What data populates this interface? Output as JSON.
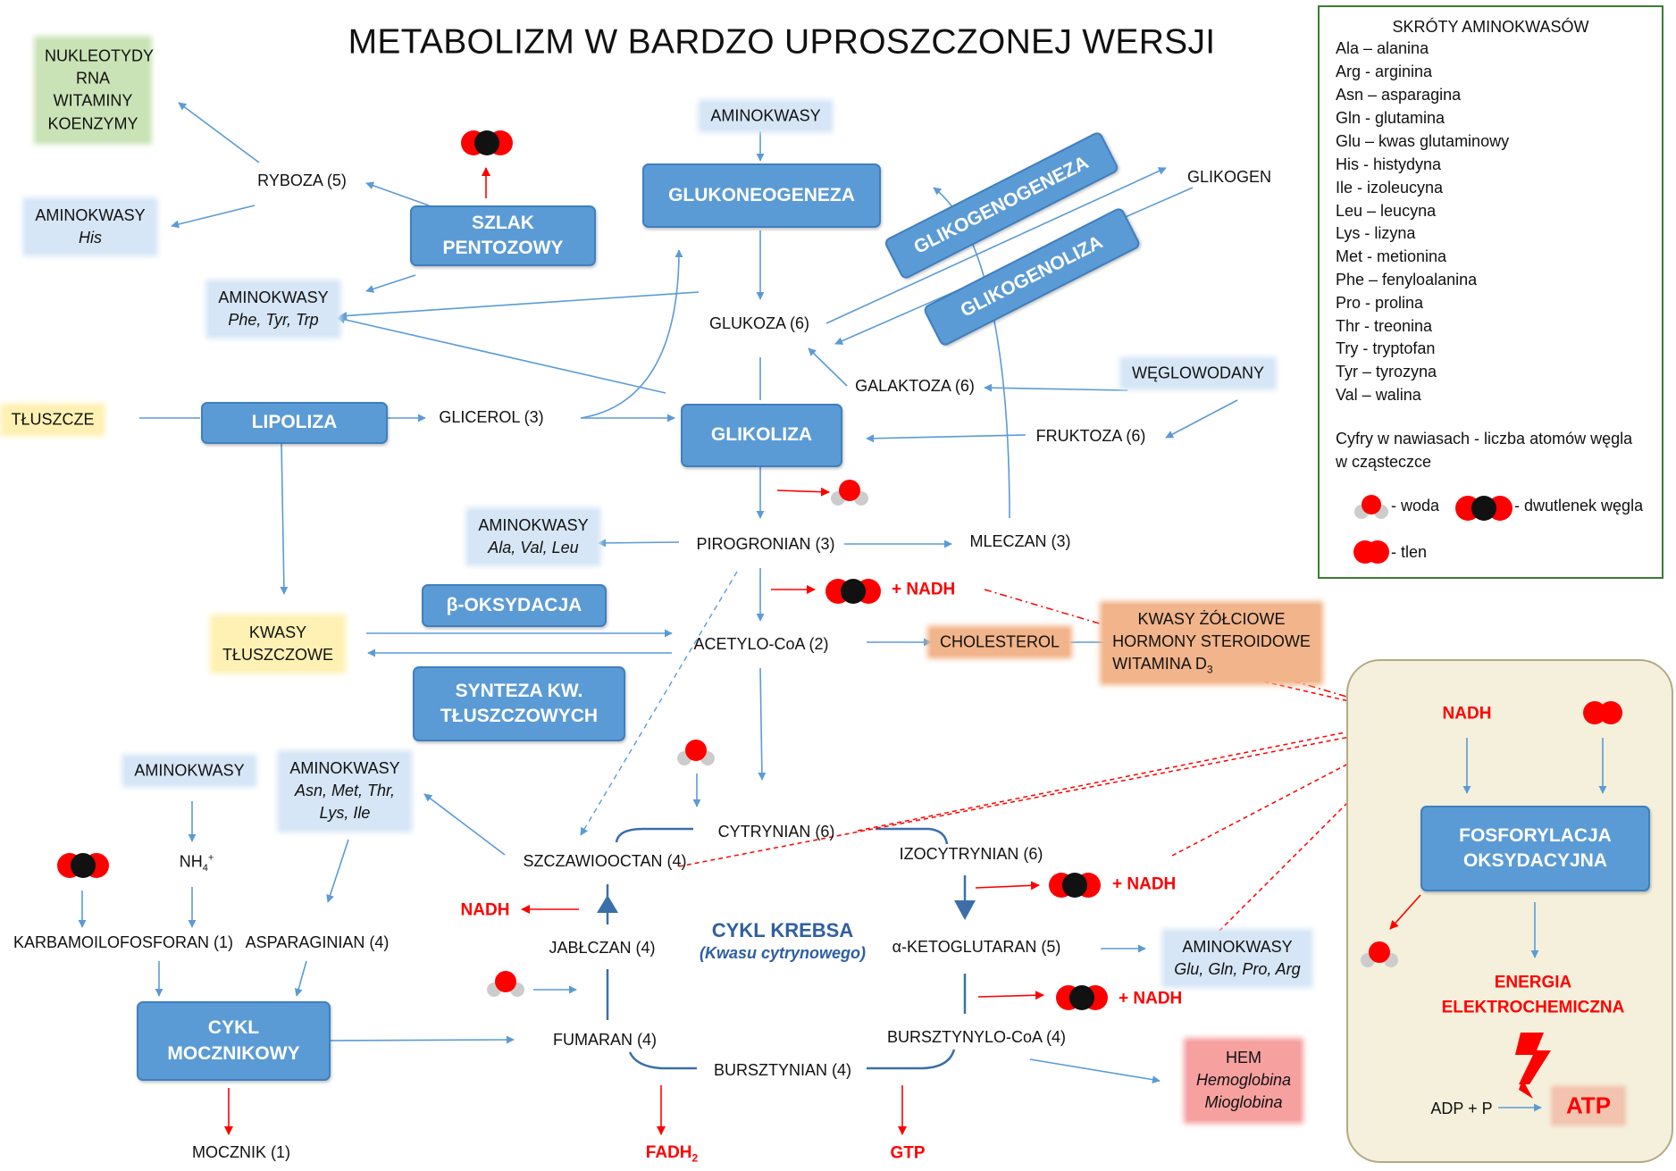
{
  "title": "METABOLIZM W BARDZO UPROSZCZONEJ WERSJI",
  "legend": {
    "heading": "SKRÓTY AMINOKWASÓW",
    "items": [
      "Ala – alanina",
      "Arg - arginina",
      "Asn – asparagina",
      "Gln - glutamina",
      "Glu – kwas glutaminowy",
      "His -  histydyna",
      "Ile - izoleucyna",
      "Leu – leucyna",
      "Lys - lizyna",
      "Met - metionina",
      "Phe – fenyloalanina",
      "Pro - prolina",
      "Thr - treonina",
      "Try - tryptofan",
      "Tyr – tyrozyna",
      "Val – walina"
    ],
    "note_line1": "Cyfry w nawiasach - liczba atomów węgla",
    "note_line2": "w cząsteczce",
    "water": "- woda",
    "co2": "- dwutlenek węgla",
    "oxygen": "- tlen"
  },
  "processes": {
    "pentose_line1": "SZLAK",
    "pentose_line2": "PENTOZOWY",
    "gluconeogenesis": "GLUKONEOGENEZA",
    "glycogenesis": "GLIKOGENOGENEZA",
    "glycogenolysis": "GLIKOGENOLIZA",
    "lipolysis": "LIPOLIZA",
    "glycolysis": "GLIKOLIZA",
    "beta_oxidation": "β-OKSYDACJA",
    "fa_synthesis_line1": "SYNTEZA KW.",
    "fa_synthesis_line2": "TŁUSZCZOWYCH",
    "urea_cycle_line1": "CYKL",
    "urea_cycle_line2": "MOCZNIKOWY",
    "oxphos_line1": "FOSFORYLACJA",
    "oxphos_line2": "OKSYDACYJNA"
  },
  "metabolites": {
    "nucleotides": [
      "NUKLEOTYDY",
      "RNA",
      "WITAMINY",
      "KOENZYMY"
    ],
    "ribose": "RYBOZA (5)",
    "aa_his_label": "AMINOKWASY",
    "aa_his_detail": "His",
    "aa_top": "AMINOKWASY",
    "glycogen": "GLIKOGEN",
    "aa_arom_label": "AMINOKWASY",
    "aa_arom_detail": "Phe, Tyr, Trp",
    "glucose": "GLUKOZA (6)",
    "galactose": "GALAKTOZA (6)",
    "carbohydrates": "WĘGLOWODANY",
    "fats": "TŁUSZCZE",
    "glycerol": "GLICEROL (3)",
    "fructose": "FRUKTOZA (6)",
    "aa_ala_label": "AMINOKWASY",
    "aa_ala_detail": "Ala, Val, Leu",
    "pyruvate": "PIROGRONIAN (3)",
    "lactate": "MLECZAN (3)",
    "fatty_acids_line1": "KWASY",
    "fatty_acids_line2": "TŁUSZCZOWE",
    "acetyl_coa": "ACETYLO-CoA (2)",
    "cholesterol": "CHOLESTEROL",
    "steroids_line1": "KWASY ŻÓŁCIOWE",
    "steroids_line2": "HORMONY STEROIDOWE",
    "steroids_line3": "WITAMINA D",
    "steroids_sub": "3",
    "aa_left_label": "AMINOKWASY",
    "aa_asn_label": "AMINOKWASY",
    "aa_asn_detail_1": "Asn, Met, Thr,",
    "aa_asn_detail_2": "Lys, Ile",
    "nh4": "NH",
    "nh4_sub": "4",
    "nh4_sup": "+",
    "carbamoyl": "KARBAMOILOFOSFORAN (1)",
    "aspartate": "ASPARAGINIAN (4)",
    "urea": "MOCZNIK (1)",
    "citrate": "CYTRYNIAN (6)",
    "oxaloacetate": "SZCZAWIOOCTAN (4)",
    "isocitrate": "IZOCYTRYNIAN (6)",
    "malate": "JABŁCZAN (4)",
    "alpha_kg": "α-KETOGLUTARAN (5)",
    "aa_glu_label": "AMINOKWASY",
    "aa_glu_detail": "Glu, Gln, Pro, Arg",
    "fumarate": "FUMARAN (4)",
    "succinyl_coa": "BURSZTYNYLO-CoA (4)",
    "succinate": "BURSZTYNIAN (4)",
    "heme_line1": "HEM",
    "heme_line2": "Hemoglobina",
    "heme_line3": "Mioglobina",
    "adp": "ADP + P"
  },
  "krebs": {
    "name": "CYKL KREBSA",
    "subtitle": "(Kwasu cytrynowego)"
  },
  "red_labels": {
    "nadh_pyruvate": "+ NADH",
    "nadh_isocitrate": "+ NADH",
    "nadh_akg": "+ NADH",
    "nadh_malate": "NADH",
    "nadh_mito": "NADH",
    "fadh": "FADH",
    "fadh_sub": "2",
    "gtp": "GTP",
    "energy_line1": "ENERGIA",
    "energy_line2": "ELEKTROCHEMICZNA",
    "atp": "ATP"
  },
  "colors": {
    "process_box": "#5b9bd5",
    "arrow_blue": "#5b9bd5",
    "arrow_red": "#ff0000",
    "krebs_text": "#2e5fa1",
    "highlight_blue": "#d6e6f6",
    "highlight_green": "#c9e3b6",
    "highlight_yellow": "#fff1b3",
    "highlight_orange": "#f2b48a",
    "highlight_pink": "#f6a0a0",
    "mitochondrion_fill": "#f4f0dc",
    "legend_border": "#3a7d33"
  },
  "icons": [
    "water-molecule-icon",
    "co2-molecule-icon",
    "oxygen-molecule-icon",
    "lightning-bolt-icon"
  ]
}
